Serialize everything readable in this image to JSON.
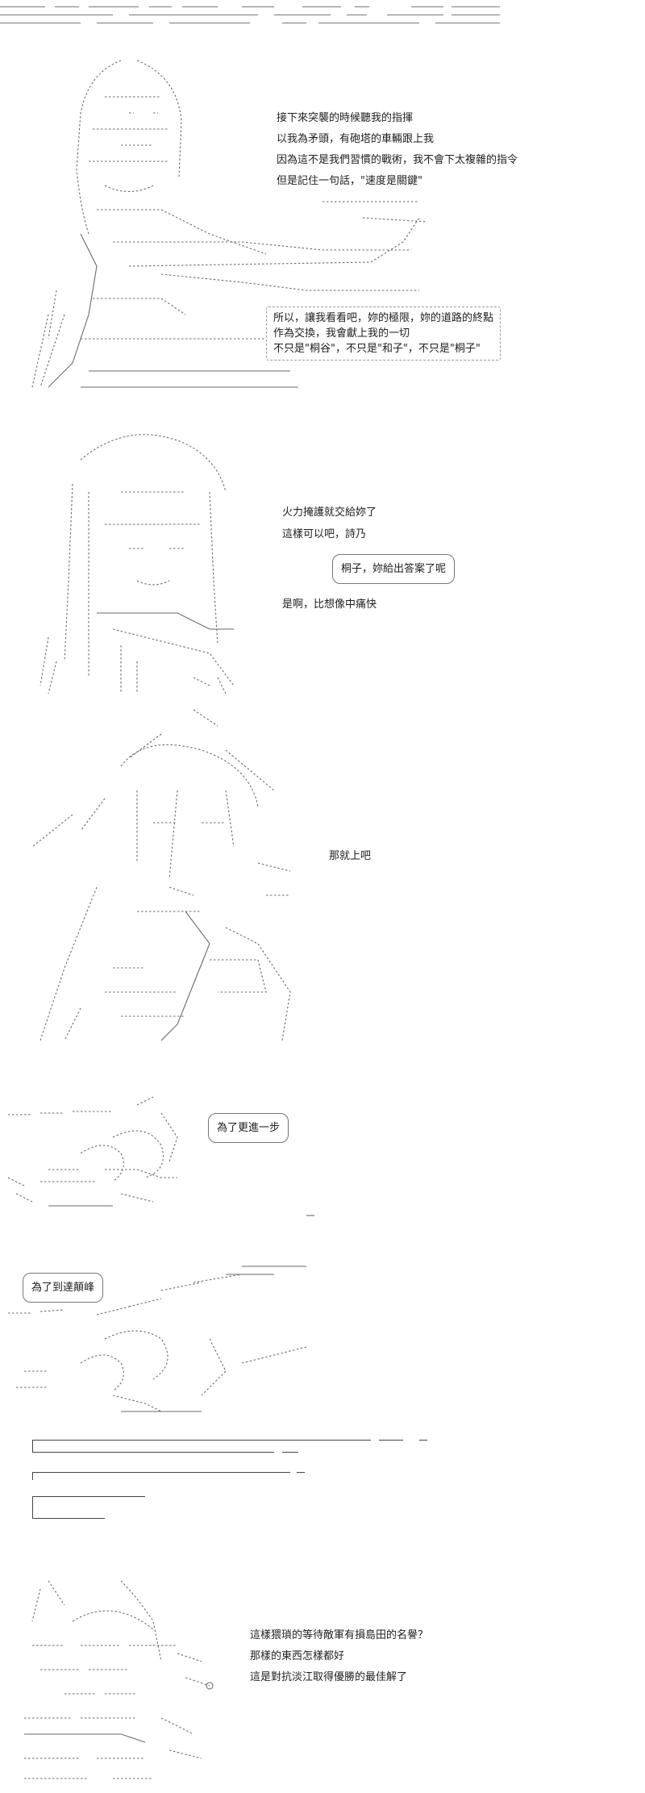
{
  "panels": {
    "p1": {
      "lines": [
        "接下來突襲的時候聽我的指揮",
        "以我為矛頭，有砲塔的車輛跟上我",
        "因為這不是我們習慣的戰術，我不會下太複雜的指令",
        "但是記住一句話，\"速度是關鍵\""
      ],
      "bubble": [
        "所以，讓我看看吧，妳的極限，妳的道路的終點",
        "作為交換，我會獻上我的一切",
        "不只是\"桐谷\"，不只是\"和子\"，不只是\"桐子\""
      ]
    },
    "p2": {
      "line1": "火力掩護就交給妳了",
      "line2": "這樣可以吧，詩乃",
      "bubble": "桐子，妳給出答案了呢",
      "line3": "是啊，比想像中痛快"
    },
    "p3": {
      "line1": "那就上吧"
    },
    "p4": {
      "bubble": "為了更進一步"
    },
    "p5": {
      "bubble": "為了到達顛峰"
    },
    "p7": {
      "lines": [
        "這樣猥瑣的等待敵軍有損島田的名譽？",
        "那樣的東西怎樣都好",
        "這是對抗淡江取得優勝的最佳解了"
      ]
    }
  }
}
